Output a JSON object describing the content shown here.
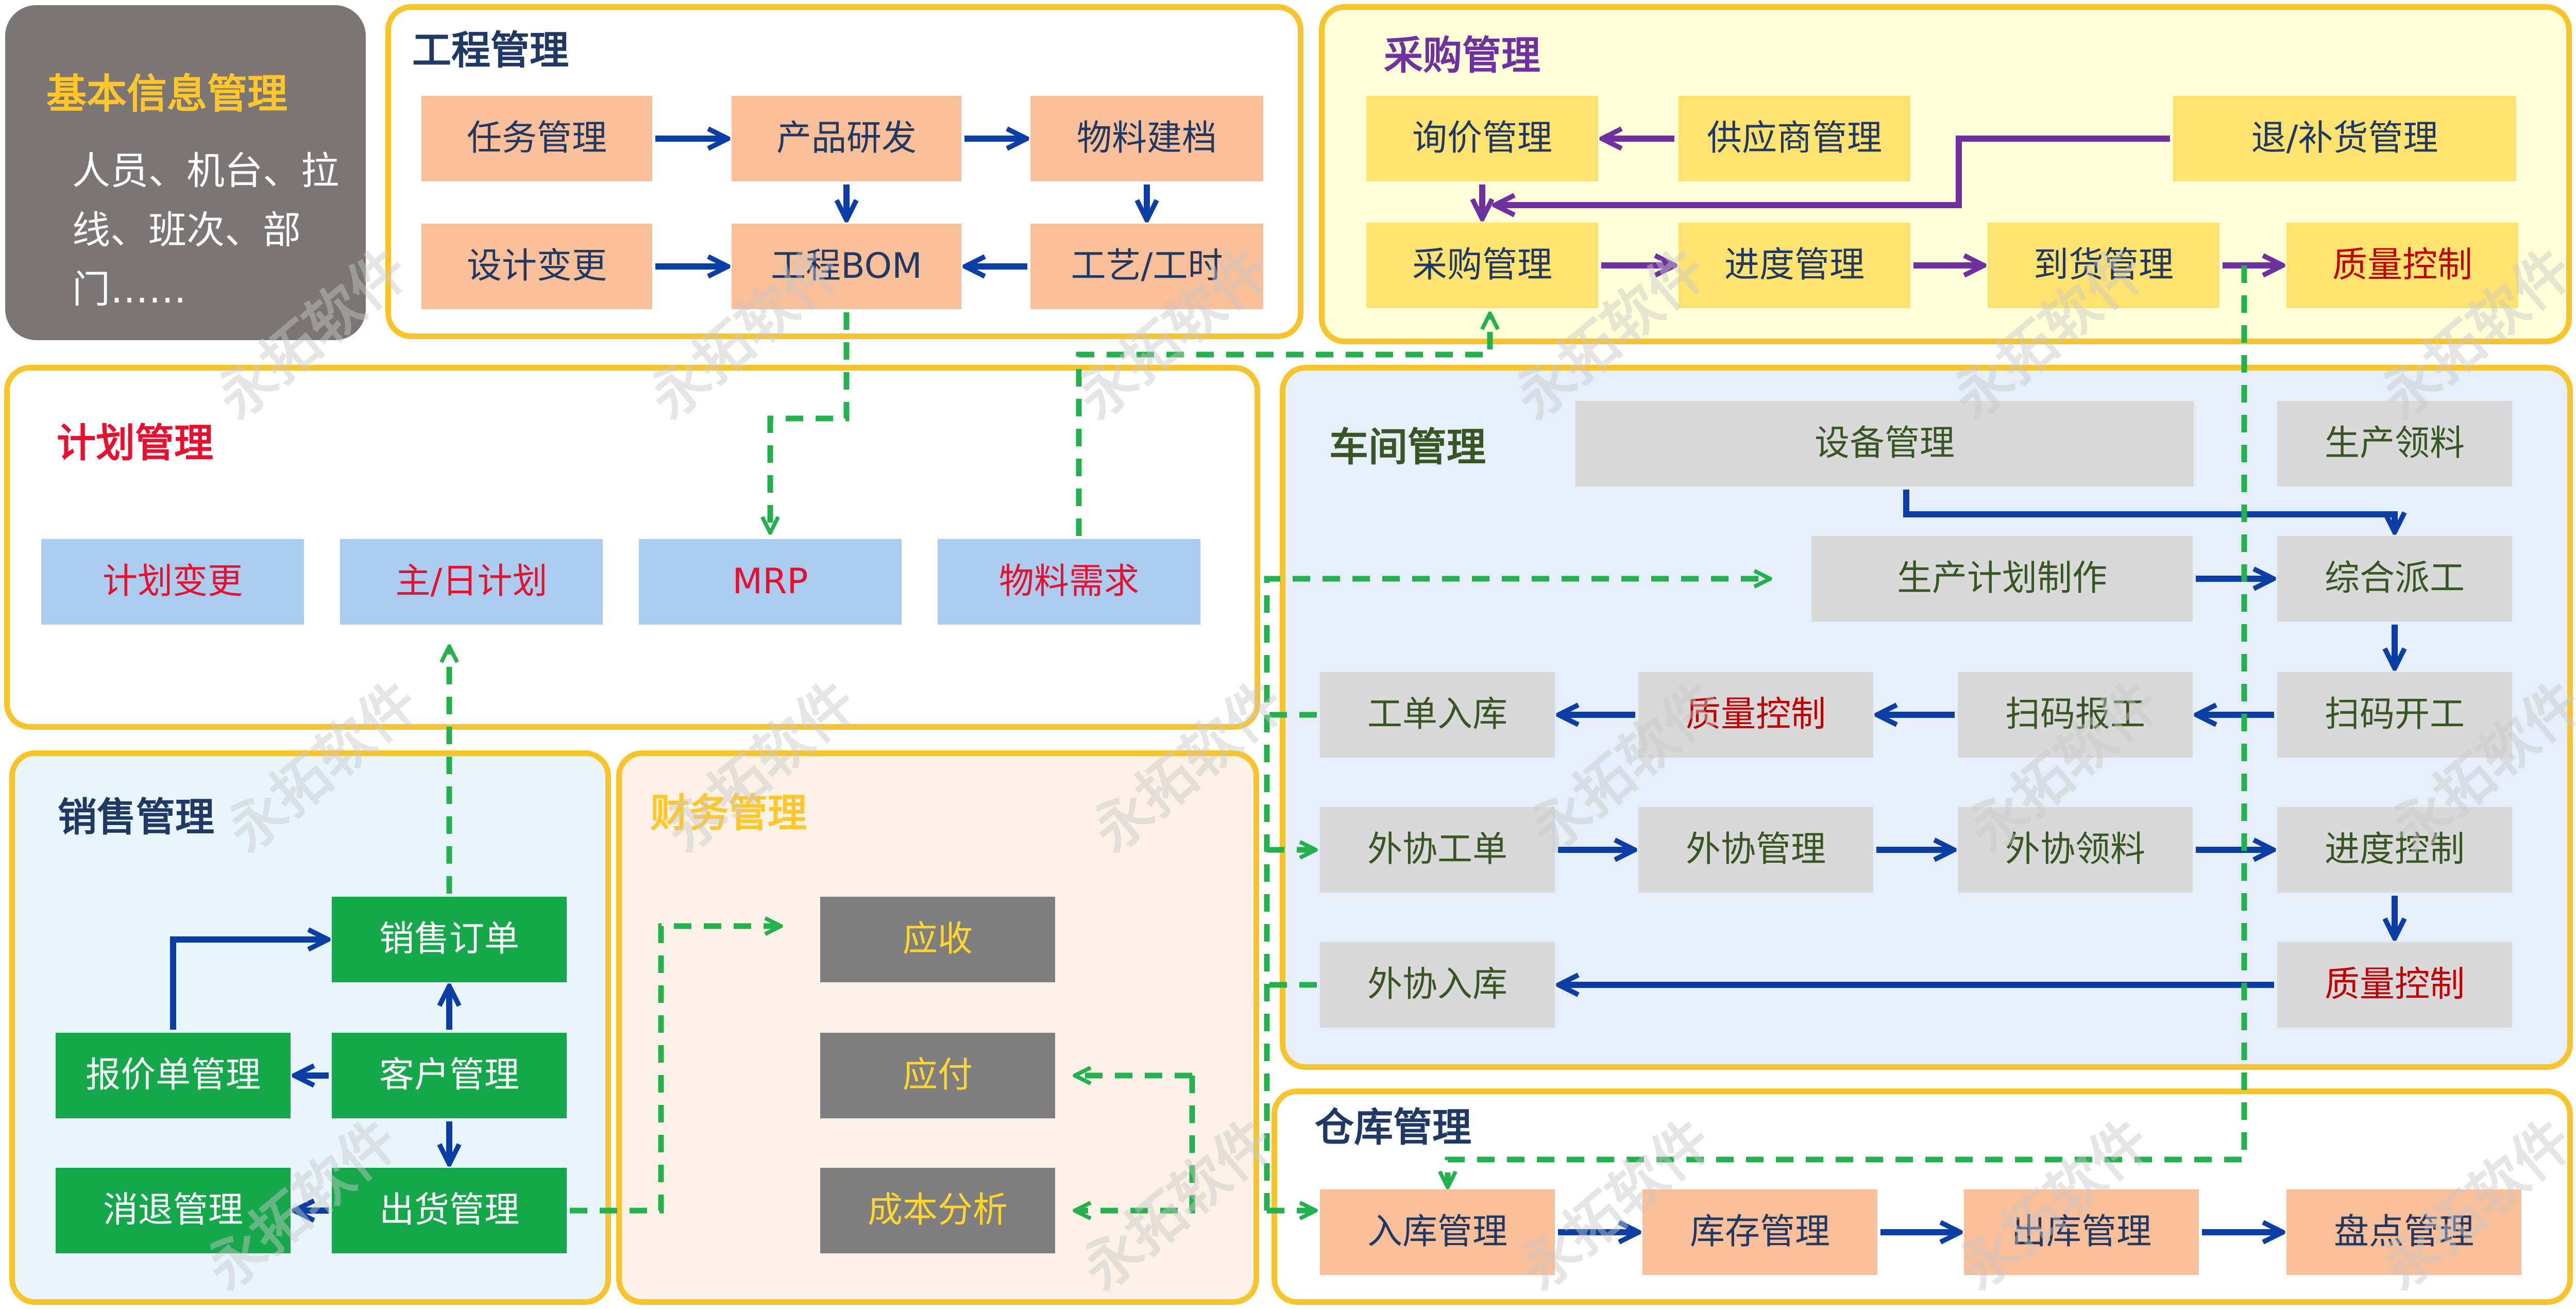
{
  "watermark": "永拓软件",
  "basic_info": {
    "title": "基本信息管理",
    "text": "人员、机台、拉线、班次、部门……"
  },
  "panels": {
    "engineering": {
      "title": "工程管理"
    },
    "purchasing": {
      "title": "采购管理"
    },
    "planning": {
      "title": "计划管理"
    },
    "workshop": {
      "title": "车间管理"
    },
    "sales": {
      "title": "销售管理"
    },
    "finance": {
      "title": "财务管理"
    },
    "warehouse": {
      "title": "仓库管理"
    }
  },
  "boxes": {
    "task_mgmt": "任务管理",
    "product_rd": "产品研发",
    "material_file": "物料建档",
    "design_change": "设计变更",
    "eng_bom": "工程BOM",
    "process_time": "工艺/工时",
    "inquiry": "询价管理",
    "supplier": "供应商管理",
    "return_supply": "退/补货管理",
    "purchase_mgmt": "采购管理",
    "progress_mgmt": "进度管理",
    "arrival_mgmt": "到货管理",
    "quality_purchase": "质量控制",
    "plan_change": "计划变更",
    "master_plan": "主/日计划",
    "mrp": "MRP",
    "material_req": "物料需求",
    "equipment": "设备管理",
    "prod_picking": "生产领料",
    "prod_plan": "生产计划制作",
    "dispatch": "综合派工",
    "wo_instock": "工单入库",
    "quality_ws": "质量控制",
    "scan_report": "扫码报工",
    "scan_start": "扫码开工",
    "outsource_wo": "外协工单",
    "outsource_mgmt": "外协管理",
    "outsource_pick": "外协领料",
    "progress_ctrl": "进度控制",
    "outsource_in": "外协入库",
    "quality_out": "质量控制",
    "sales_order": "销售订单",
    "quote": "报价单管理",
    "customer": "客户管理",
    "return_mgmt": "消退管理",
    "shipment": "出货管理",
    "receivable": "应收",
    "payable": "应付",
    "cost": "成本分析",
    "inbound": "入库管理",
    "inventory": "库存管理",
    "outbound": "出库管理",
    "stocktake": "盘点管理"
  },
  "colors": {
    "panel_border": "#F7C52B",
    "arrow_blue": "#0B3EA4",
    "arrow_purple": "#7030A0",
    "arrow_dashed_green": "#22B14C"
  }
}
